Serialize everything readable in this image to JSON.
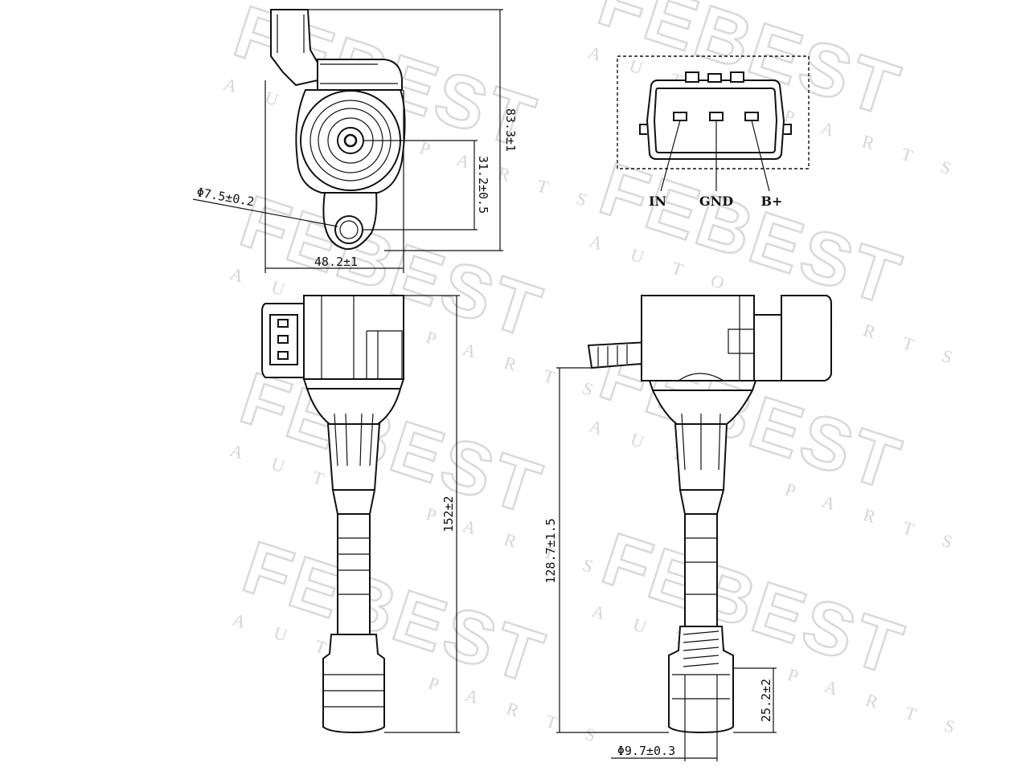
{
  "watermark": {
    "brand": "FEBEST",
    "tagline": "AUTO PARTS"
  },
  "connector": {
    "pins": [
      {
        "label": "IN"
      },
      {
        "label": "GND"
      },
      {
        "label": "B+"
      }
    ]
  },
  "dimensions": {
    "top_height": "83.3±1",
    "top_center_height": "31.2±0.5",
    "top_width": "48.2±1",
    "hole_diameter": "Φ7.5±0.2",
    "front_length": "152±2",
    "side_length": "128.7±1.5",
    "boot_length": "25.2±2",
    "boot_diameter": "Φ9.7±0.3"
  }
}
